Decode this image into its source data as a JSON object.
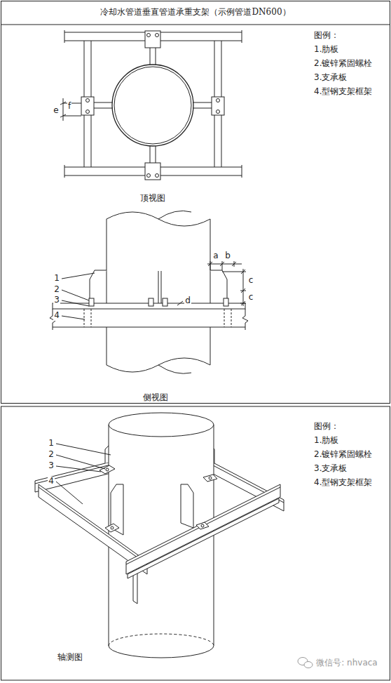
{
  "diagram": {
    "title": "冷却水管道垂直管道承重支架（示例管道DN600）",
    "labels": [
      "图例：",
      "1.肋板",
      "2.镀锌紧固螺栓",
      "3.支承板",
      "4.型钢支架框架",
      "e",
      "f",
      "顶视图",
      "1",
      "2",
      "3",
      "4",
      "a",
      "b",
      "c",
      "c",
      "d",
      "侧视图",
      "图例：",
      "1.肋板",
      "2.镀锌紧固螺栓",
      "3.支承板",
      "4.型钢支架框架",
      "1",
      "2",
      "3",
      "4",
      "轴测图",
      "微信号: nhvaca"
    ]
  }
}
